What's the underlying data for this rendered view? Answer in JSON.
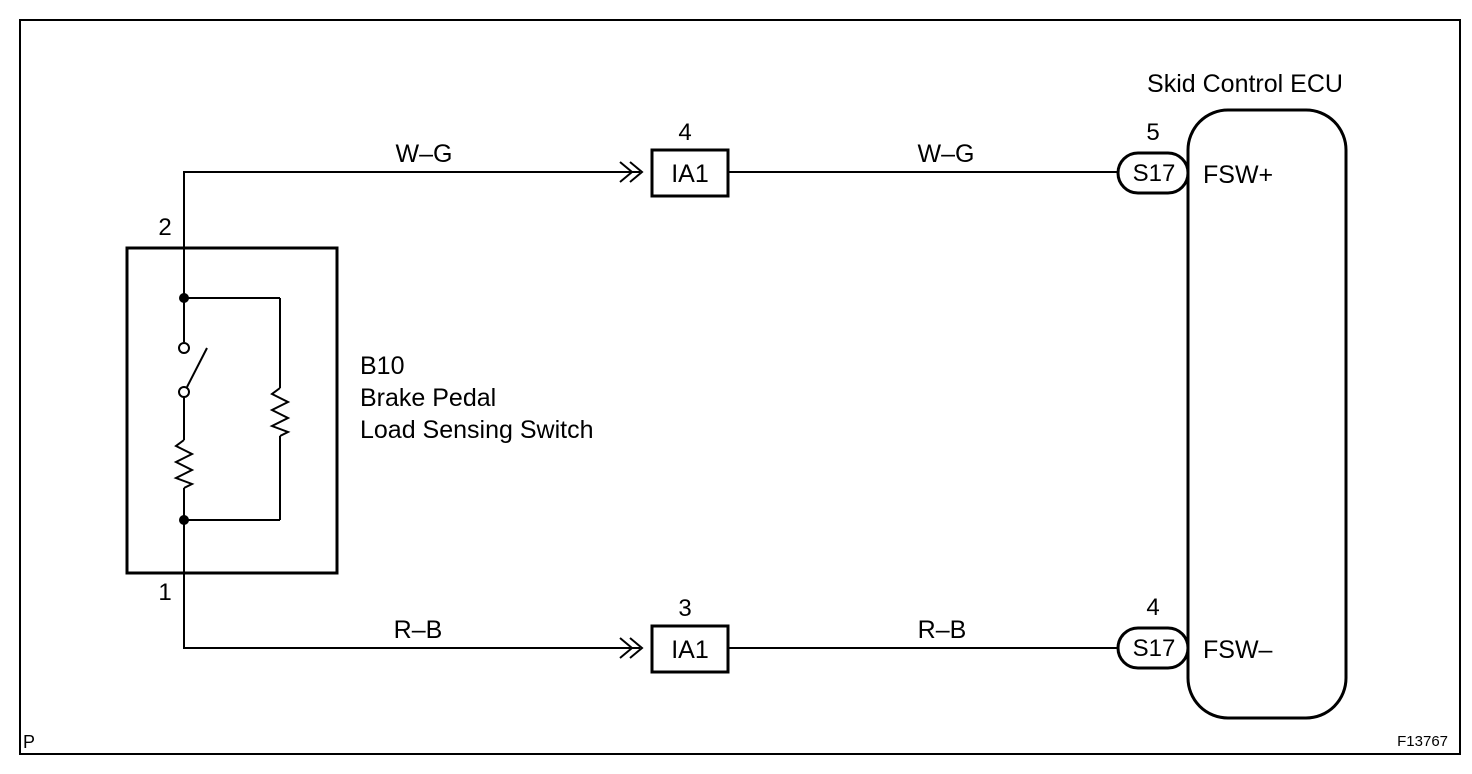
{
  "ecu": {
    "title": "Skid Control ECU",
    "terminals": [
      {
        "pin": "5",
        "connector": "S17",
        "signal": "FSW+"
      },
      {
        "pin": "4",
        "connector": "S17",
        "signal": "FSW–"
      }
    ]
  },
  "switch_component": {
    "code": "B10",
    "name_line1": "Brake Pedal",
    "name_line2": "Load Sensing Switch",
    "pin_top": "2",
    "pin_bottom": "1"
  },
  "junction": {
    "top": {
      "pin": "4",
      "connector": "IA1"
    },
    "bottom": {
      "pin": "3",
      "connector": "IA1"
    }
  },
  "wires": {
    "top_left": "W–G",
    "top_right": "W–G",
    "bottom_left": "R–B",
    "bottom_right": "R–B"
  },
  "frame": {
    "corner_code": "P",
    "figure_id": "F13767"
  }
}
